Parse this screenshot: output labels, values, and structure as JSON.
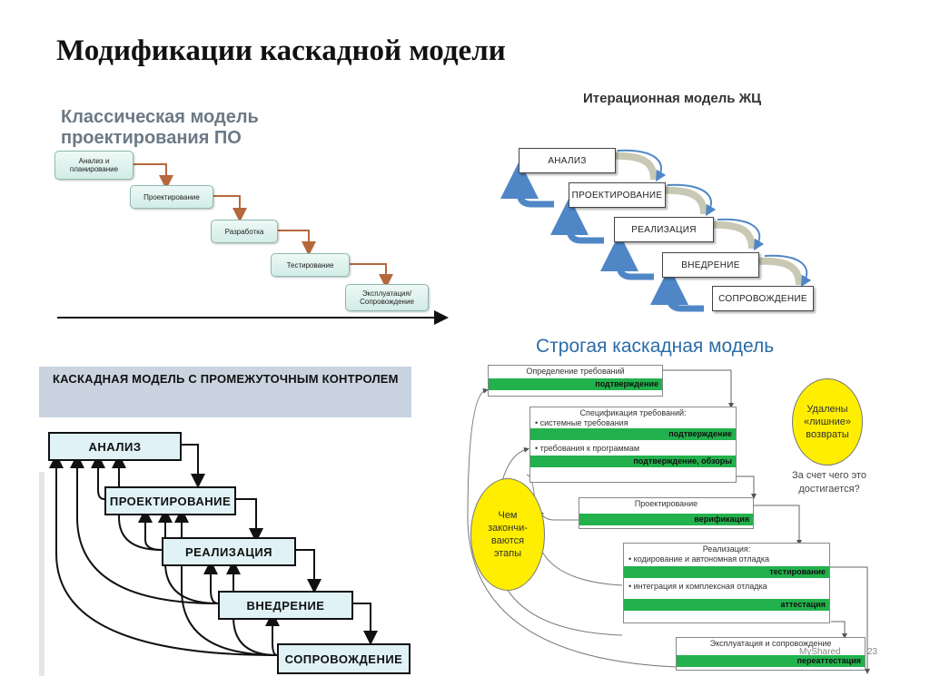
{
  "slide": {
    "title": "Модификации каскадной модели"
  },
  "classic": {
    "title_line1": "Классическая модель",
    "title_line2": "проектирования ПО",
    "steps": [
      {
        "line1": "Анализ и",
        "line2": "планирование"
      },
      {
        "line1": "Проектирование",
        "line2": ""
      },
      {
        "line1": "Разработка",
        "line2": ""
      },
      {
        "line1": "Тестирование",
        "line2": ""
      },
      {
        "line1": "Эксплуатация/",
        "line2": "Сопровождение"
      }
    ]
  },
  "iterative": {
    "title": "Итерационная модель ЖЦ",
    "steps": [
      "Анализ",
      "Проектирование",
      "Реализация",
      "Внедрение",
      "Сопровождение"
    ]
  },
  "intermediate": {
    "title": "КАСКАДНАЯ МОДЕЛЬ С ПРОМЕЖУТОЧНЫМ КОНТРОЛЕМ",
    "steps": [
      "АНАЛИЗ",
      "ПРОЕКТИРОВАНИЕ",
      "РЕАЛИЗАЦИЯ",
      "ВНЕДРЕНИЕ",
      "СОПРОВОЖДЕНИЕ"
    ]
  },
  "strict": {
    "title": "Строгая каскадная модель",
    "stage1": {
      "header": "Определение требований",
      "green": "подтверждение"
    },
    "stage2": {
      "header": "Спецификация требований:",
      "bullet1": "• системные требования",
      "green1": "подтверждение",
      "bullet2": "• требования к программам",
      "green2": "подтверждение, обзоры"
    },
    "stage3": {
      "header": "Проектирование",
      "green": "верификация"
    },
    "stage4": {
      "header": "Реализация:",
      "bullet1": "• кодирование и автономная отладка",
      "green1": "тестирование",
      "bullet2": "• интеграция и комплексная отладка",
      "green2": "аттестация"
    },
    "stage5": {
      "header": "Эксплуатация и сопровождение",
      "green": "переаттестация"
    },
    "ellipse_left": {
      "line1": "Чем",
      "line2": "закончи-",
      "line3": "ваются",
      "line4": "этапы"
    },
    "ellipse_right": {
      "line1": "Удалены",
      "line2": "«лишние»",
      "line3": "возвраты"
    },
    "question_line1": "За счет чего это",
    "question_line2": "достигается?",
    "watermark": "MyShared",
    "page_number": "23"
  },
  "colors": {
    "green": "#22b14c",
    "yellow": "#ffee00",
    "blue_arrow": "#4f86c6",
    "brown_arrow": "#b5683c"
  }
}
